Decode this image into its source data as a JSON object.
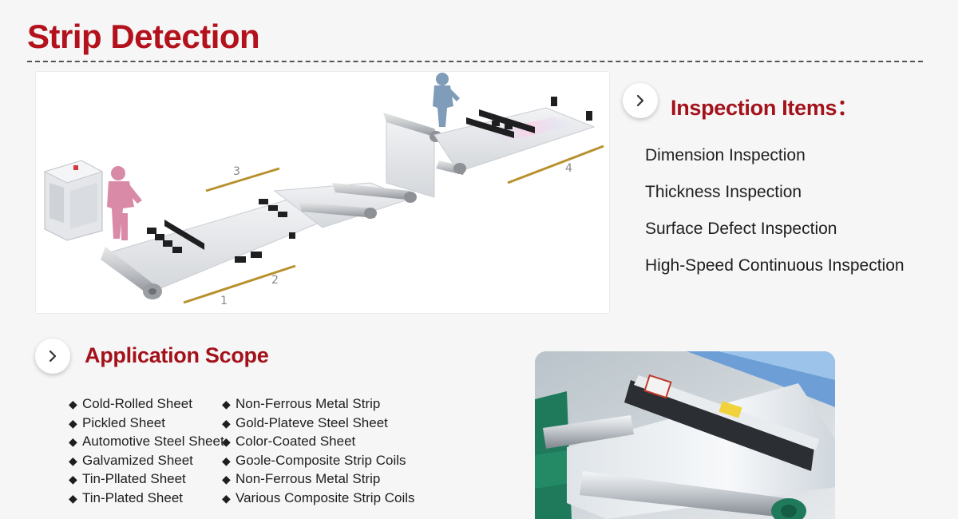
{
  "page": {
    "title": "Strip Detection"
  },
  "diagram": {
    "station_labels": [
      "1",
      "2",
      "3",
      "4"
    ]
  },
  "inspection": {
    "heading": "Inspection Items：",
    "items": [
      "Dimension Inspection",
      "Thickness Inspection",
      "Surface Defect Inspection",
      "High-Speed Continuous Inspection"
    ]
  },
  "application": {
    "heading": "Application Scope",
    "bullet": "◆",
    "left_column": [
      "Cold-Rolled Sheet",
      "Pickled Sheet",
      "Automotive Steel Sheet",
      "Galvamized Sheet",
      "Tin-Pllated Sheet",
      "Tin-Plated Sheet"
    ],
    "right_column": [
      "Non-Ferrous Metal Strip",
      "Gold-Plateve Steel Sheet",
      "Color-Coated Sheet",
      "Goɔle-Composite Strip Coils",
      "Non-Ferrous Metal Strip",
      "Various Composite Strip Coils"
    ]
  },
  "colors": {
    "accent": "#b3121d",
    "operator_pink": "#d98aa7",
    "operator_blue": "#7f9cb8",
    "marker_gold": "#b8912e"
  },
  "icons": [
    "chevron-right-icon"
  ]
}
